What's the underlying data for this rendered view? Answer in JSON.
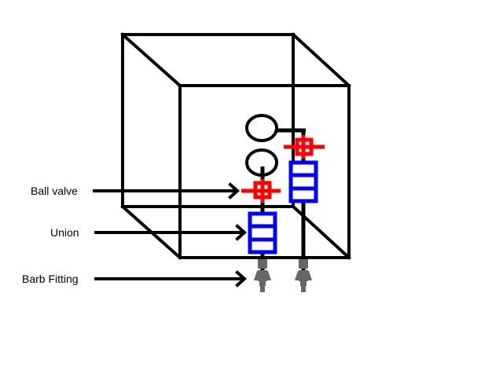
{
  "labels": {
    "ball_valve": "Ball valve",
    "union": "Union",
    "barb_fitting": "Barb Fitting"
  },
  "colors": {
    "outline": "#000000",
    "valve": "#ff0000",
    "union": "#0000ff",
    "barb": "#666666",
    "background": "#ffffff"
  }
}
